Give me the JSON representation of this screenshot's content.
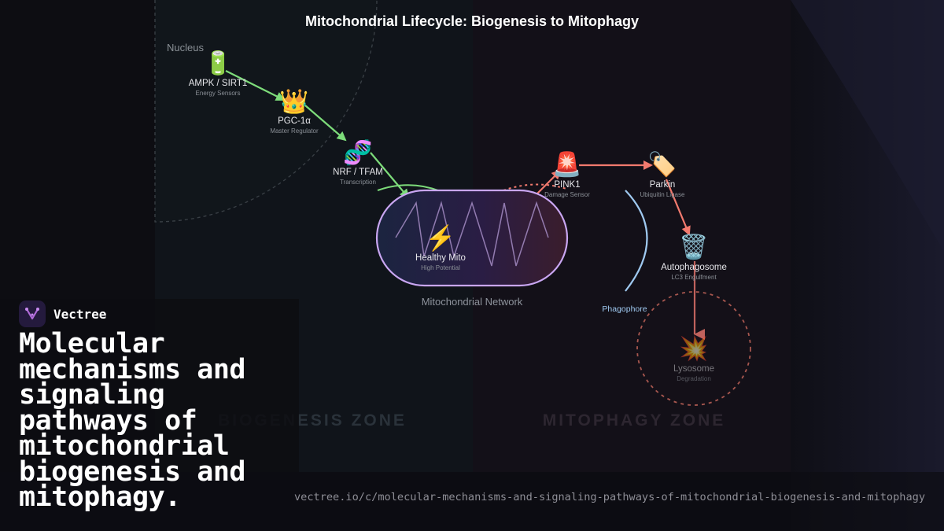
{
  "diagram": {
    "title": "Mitochondrial Lifecycle: Biogenesis to Mitophagy",
    "nucleus_label": "Nucleus",
    "zones": {
      "biogenesis": "BIOGENESIS ZONE",
      "mitophagy": "MITOPHAGY ZONE"
    },
    "nodes": {
      "ampk": {
        "icon": "battery-icon",
        "emoji": "🔋",
        "label": "AMPK / SIRT1",
        "sublabel": "Energy Sensors"
      },
      "pgc": {
        "icon": "crown-icon",
        "emoji": "👑",
        "label": "PGC-1α",
        "sublabel": "Master Regulator"
      },
      "nrf": {
        "icon": "dna-icon",
        "emoji": "🧬",
        "label": "NRF / TFAM",
        "sublabel": "Transcription"
      },
      "mito": {
        "icon": "lightning-icon",
        "emoji": "⚡",
        "label": "Healthy Mito",
        "sublabel": "High Potential"
      },
      "pink1": {
        "icon": "siren-icon",
        "emoji": "🚨",
        "label": "PINK1",
        "sublabel": "Damage Sensor"
      },
      "parkin": {
        "icon": "tag-icon",
        "emoji": "🏷️",
        "label": "Parkin",
        "sublabel": "Ubiquitin Ligase"
      },
      "autophagosome": {
        "icon": "trash-icon",
        "emoji": "🗑️",
        "label": "Autophagosome",
        "sublabel": "LC3 Engulfment"
      },
      "lysosome": {
        "icon": "explosion-icon",
        "emoji": "💥",
        "label": "Lysosome",
        "sublabel": "Degradation"
      }
    },
    "network_label": "Mitochondrial Network",
    "phagophore_label": "Phagophore",
    "colors": {
      "biogenesis_arrow": "#7ddc7a",
      "mitophagy_arrow": "#f27a6e",
      "membrane": "#c9a6f2",
      "phagophore": "#9fc9f0"
    }
  },
  "branding": {
    "logo": "vectree-logo-icon",
    "name": "Vectree",
    "headline": "Molecular mechanisms and signaling pathways of mitochondrial biogenesis and mitophagy.",
    "url": "vectree.io/c/molecular-mechanisms-and-signaling-pathways-of-mitochondrial-biogenesis-and-mitophagy"
  }
}
